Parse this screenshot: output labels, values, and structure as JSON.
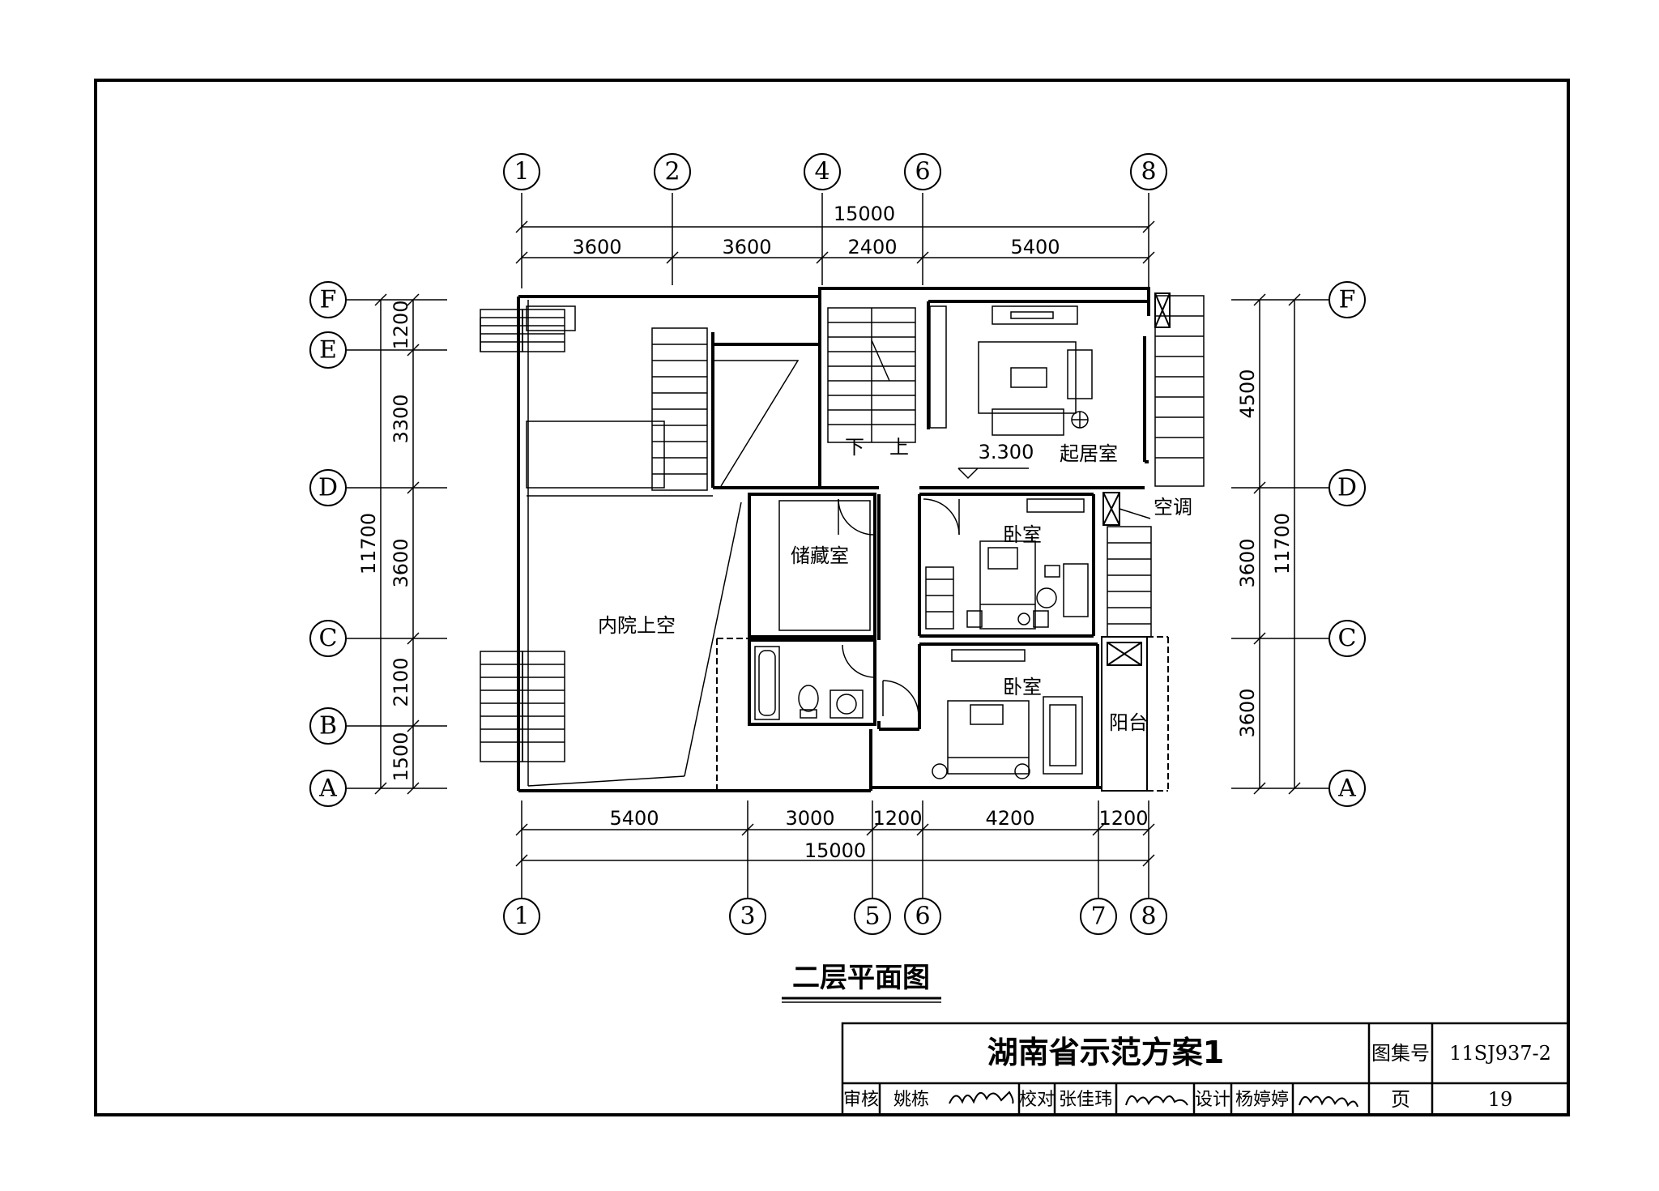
{
  "drawing": {
    "title": "二层平面图",
    "axes_top": [
      "1",
      "2",
      "4",
      "6",
      "8"
    ],
    "axes_bottom": [
      "1",
      "3",
      "5",
      "6",
      "7",
      "8"
    ],
    "axes_left": [
      "F",
      "E",
      "D",
      "C",
      "B",
      "A"
    ],
    "axes_right": [
      "F",
      "D",
      "C",
      "A"
    ],
    "dims_top_total": "15000",
    "dims_top": [
      "3600",
      "3600",
      "2400",
      "5400"
    ],
    "dims_bottom": [
      "5400",
      "3000",
      "1200",
      "4200",
      "1200"
    ],
    "dims_bottom_total": "15000",
    "dims_left": [
      "1200",
      "3300",
      "3600",
      "2100",
      "1500"
    ],
    "dims_left_total": "11700",
    "dims_right": [
      "4500",
      "3600",
      "3600"
    ],
    "dims_right_total": "11700",
    "rooms": {
      "living": "起居室",
      "elevation": "3.300",
      "stair_down": "下",
      "stair_up": "上",
      "storage": "储藏室",
      "bedroom1": "卧室",
      "bedroom2": "卧室",
      "courtyard": "内院上空",
      "balcony": "阳台",
      "ac": "空调"
    }
  },
  "title_block": {
    "project": "湖南省示范方案1",
    "atlas_label": "图集号",
    "atlas_no": "11SJ937-2",
    "page_label": "页",
    "page_no": "19",
    "review_label": "审核",
    "review_name": "姚栋",
    "check_label": "校对",
    "check_name": "张佳玮",
    "design_label": "设计",
    "design_name": "杨婷婷"
  }
}
